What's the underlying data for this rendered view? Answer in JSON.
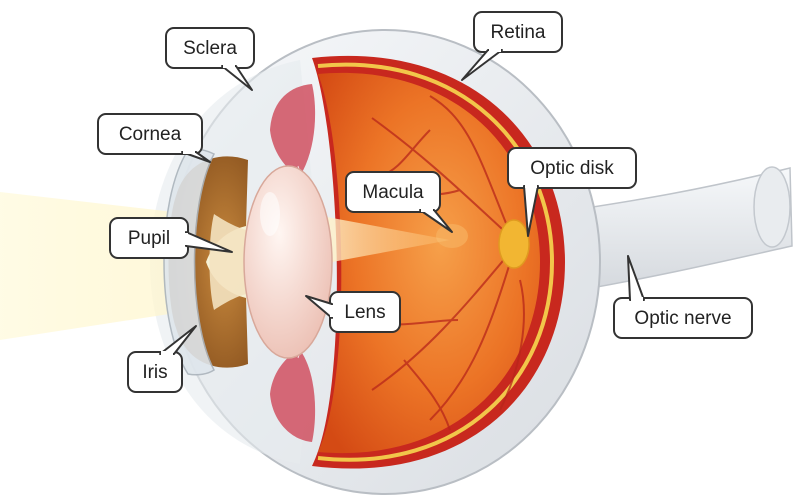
{
  "labels": {
    "sclera": "Sclera",
    "retina": "Retina",
    "cornea": "Cornea",
    "optic_disk": "Optic disk",
    "macula": "Macula",
    "pupil": "Pupil",
    "lens": "Lens",
    "optic_nerve": "Optic nerve",
    "iris": "Iris"
  },
  "colors": {
    "vitreous": "#e8621a",
    "retina_red": "#c8281e",
    "sclera_white": "#eef1f4",
    "iris_brown": "#a8642a",
    "lens_pink": "#f4d8d0",
    "light_beam": "#fff6c8",
    "optic_disk": "#f2b632",
    "callout_border": "#333333"
  }
}
